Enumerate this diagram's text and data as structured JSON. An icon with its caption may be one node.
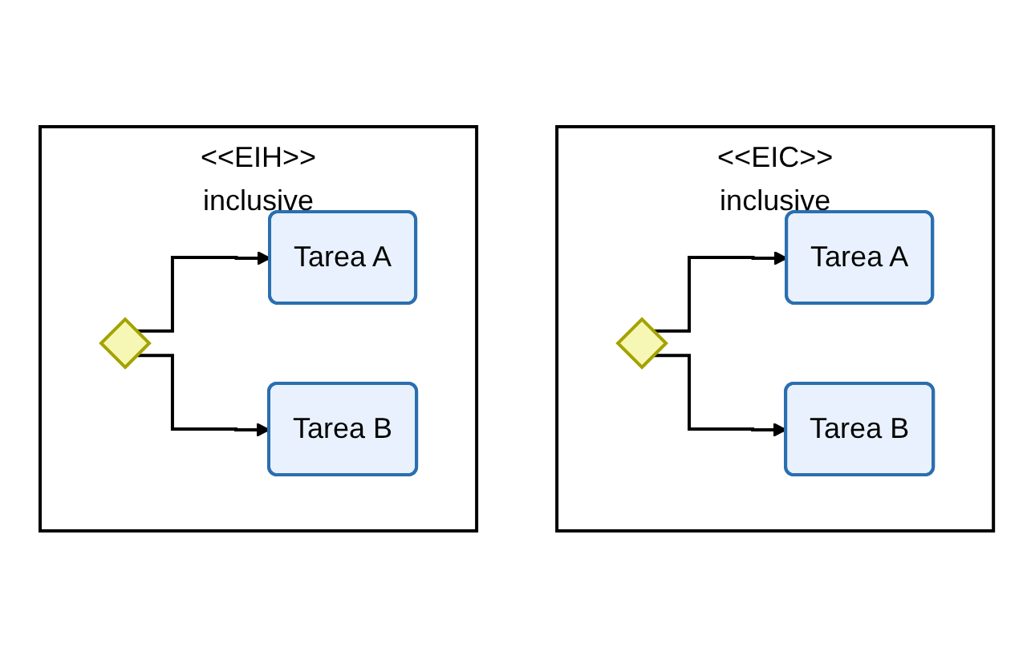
{
  "diagram": {
    "nodes": [
      {
        "text": [
          "<<EIC>>",
          "inclusive"
        ]
      },
      {
        "text": [],
        "shape": "diamond",
        "in": 0
      },
      {
        "text": [
          "Tarea A"
        ],
        "in": 0
      },
      {
        "text": [
          "Tarea B"
        ],
        "in": 0
      },
      {
        "text": [
          "<<EIH>>",
          "inclusive"
        ]
      },
      {
        "text": [],
        "shape": "diamond",
        "in": 4
      },
      {
        "text": [
          "Tarea A"
        ],
        "in": 4
      },
      {
        "text": [
          "Tarea B"
        ],
        "in": 4
      }
    ],
    "edges": [
      {
        "from": 1,
        "to": 2,
        "arrow": "to"
      },
      {
        "from": 1,
        "to": 3,
        "arrow": "to"
      },
      {
        "from": 5,
        "to": 6,
        "arrow": "to"
      },
      {
        "from": 5,
        "to": 7,
        "arrow": "to"
      }
    ]
  }
}
